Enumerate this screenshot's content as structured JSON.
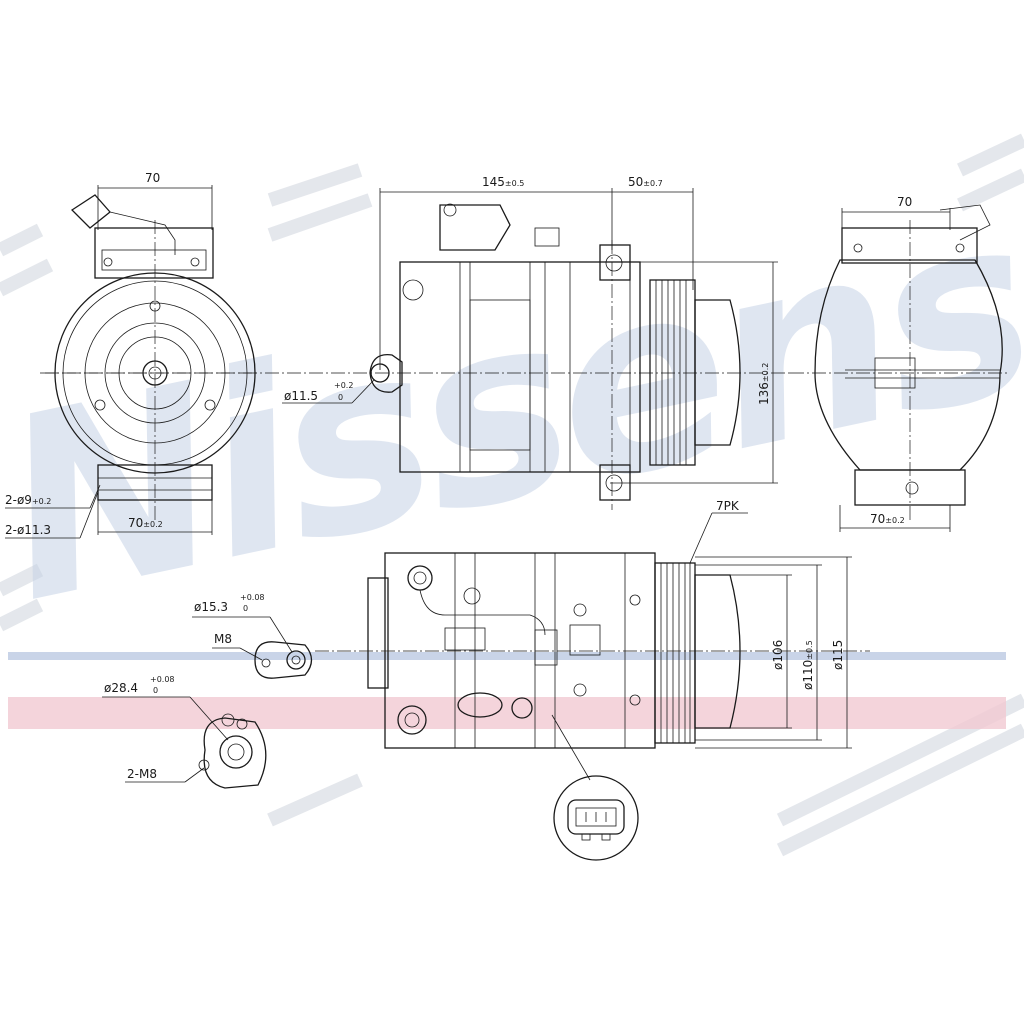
{
  "watermark": {
    "text": "Nissens",
    "color": "#c6d3e6"
  },
  "stripes": {
    "blue": "#c9d4e8",
    "pink": "#f1c9d2"
  },
  "dimensions": {
    "left_width_top": "70",
    "hole_9": "2-ø9",
    "hole_9_tol": "+0.2",
    "hole_11": "2-ø11.3",
    "left_width_bottom": "70",
    "left_width_bottom_tol": "±0.2",
    "body_length": "145",
    "body_length_tol": "±0.5",
    "pulley_offset": "50",
    "pulley_offset_tol": "±0.7",
    "mount_hole": "ø11.5",
    "mount_hole_tol_top": "+0.2",
    "mount_hole_tol_bot": "0",
    "height": "136",
    "height_tol": "±0.2",
    "right_width_top": "70",
    "right_width_bottom": "70",
    "right_width_bottom_tol": "±0.2",
    "belt": "7PK",
    "port_small": "ø15.3",
    "port_small_tol_top": "+0.08",
    "port_small_tol_bot": "0",
    "port_small_thread": "M8",
    "port_large": "ø28.4",
    "port_large_tol_top": "+0.08",
    "port_large_tol_bot": "0",
    "port_large_thread": "2-M8",
    "pulley_d1": "ø106",
    "pulley_d2": "ø110",
    "pulley_d2_tol": "±0.5",
    "pulley_d3": "ø115"
  }
}
